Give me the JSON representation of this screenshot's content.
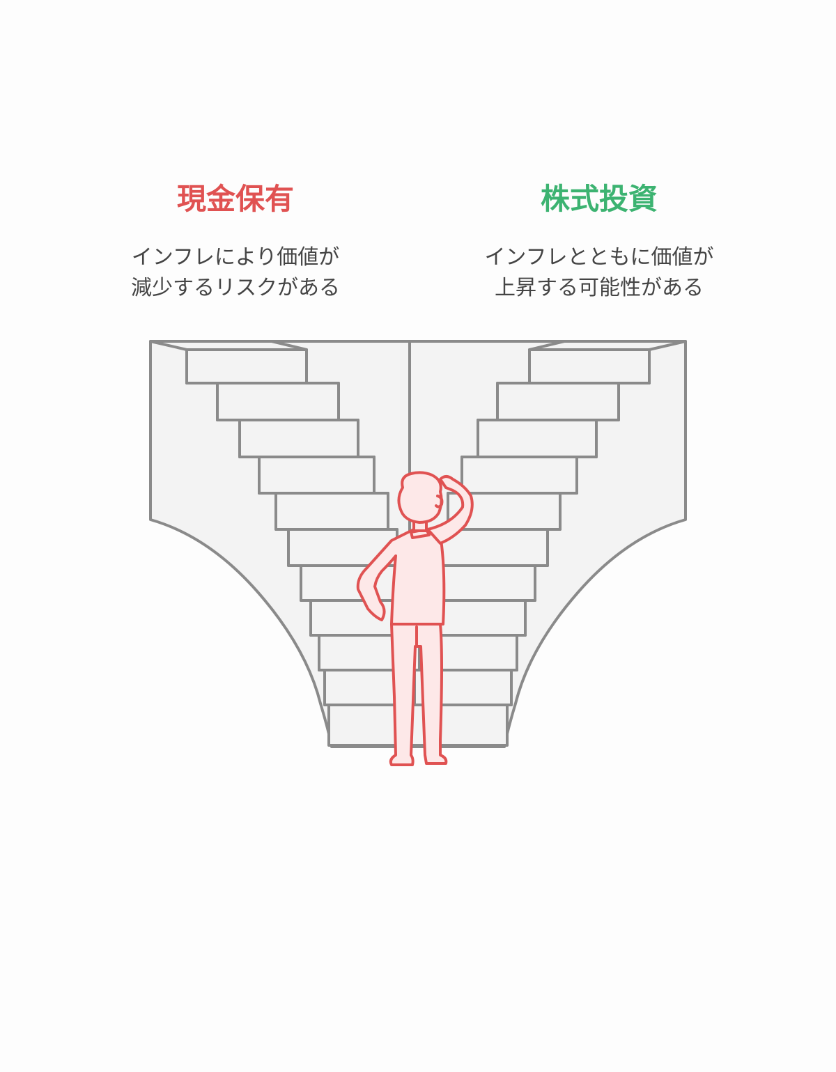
{
  "left_option": {
    "title": "現金保有",
    "description_lines": [
      "インフレにより価値が",
      "減少するリスクがある"
    ],
    "color": "#e05252"
  },
  "right_option": {
    "title": "株式投資",
    "description_lines": [
      "インフレとともに価値が",
      "上昇する可能性がある"
    ],
    "color": "#3cb371"
  },
  "colors": {
    "stair_fill": "#f3f3f3",
    "stair_stroke": "#8a8a8a",
    "person_fill": "#fde8e8",
    "person_stroke": "#e05252",
    "text_secondary": "#444444"
  }
}
